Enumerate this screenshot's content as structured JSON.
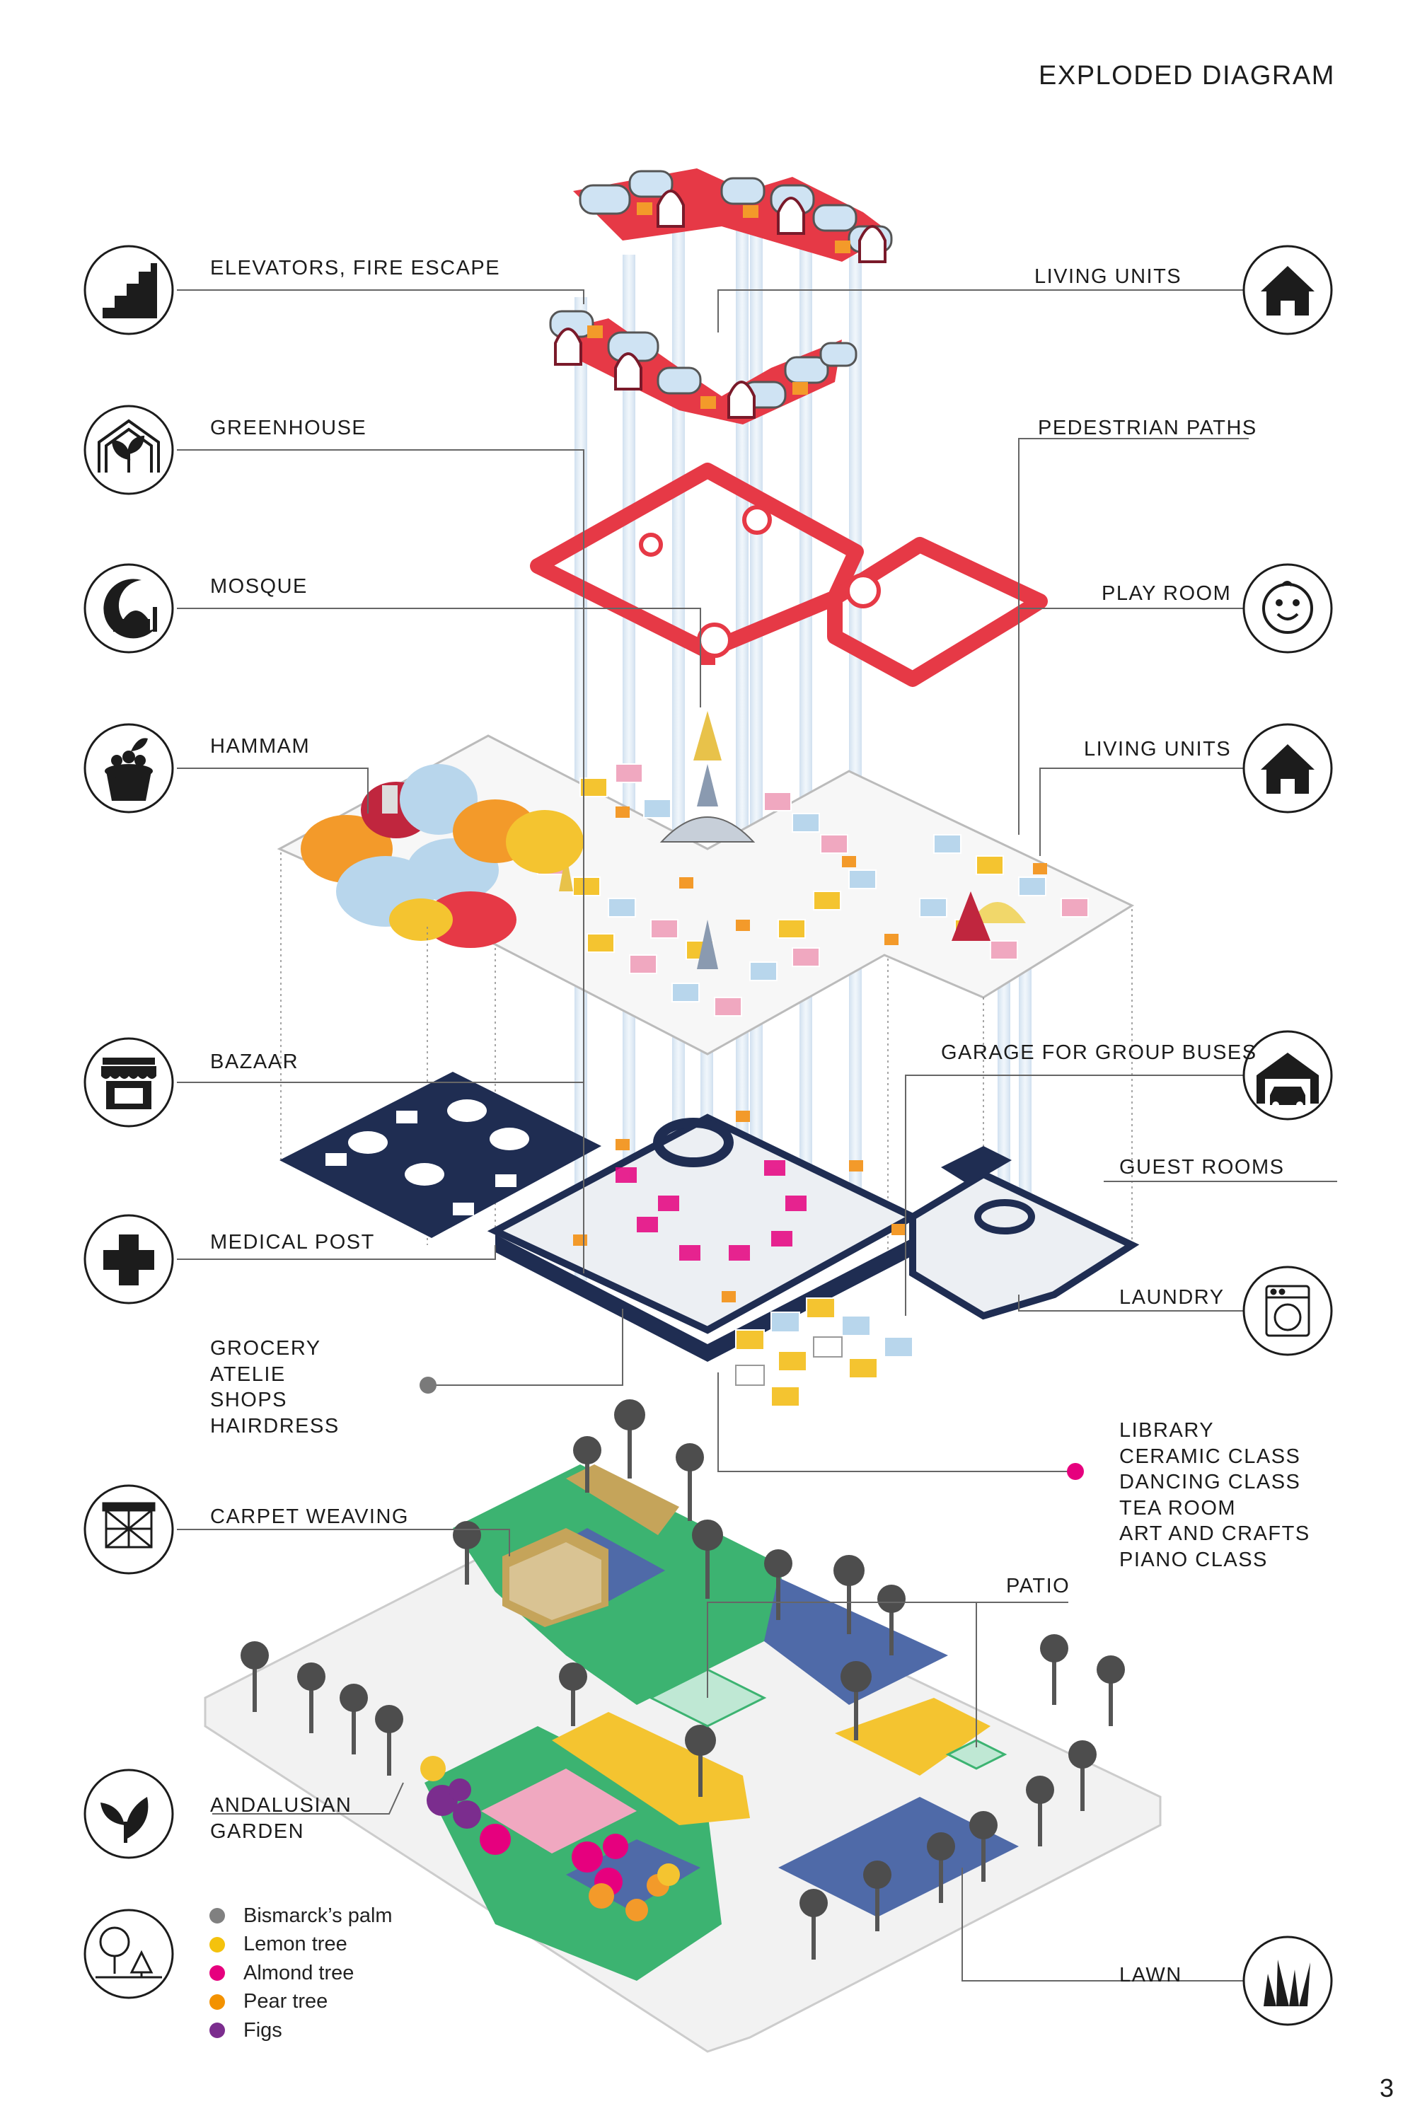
{
  "title": "EXPLODED DIAGRAM",
  "page_number": "3",
  "labels_left": [
    {
      "id": "elevators",
      "text": "ELEVATORS, FIRE ESCAPE",
      "icon": "stairs-icon"
    },
    {
      "id": "greenhouse",
      "text": "GREENHOUSE",
      "icon": "greenhouse-icon"
    },
    {
      "id": "mosque",
      "text": "MOSQUE",
      "icon": "mosque-icon"
    },
    {
      "id": "hammam",
      "text": "HAMMAM",
      "icon": "hammam-icon"
    },
    {
      "id": "bazaar",
      "text": "BAZAAR",
      "icon": "shop-icon"
    },
    {
      "id": "medical",
      "text": "MEDICAL POST",
      "icon": "cross-icon"
    },
    {
      "id": "carpet",
      "text": "CARPET WEAVING",
      "icon": "carpet-icon"
    }
  ],
  "labels_right": [
    {
      "id": "living_units_top",
      "text": "LIVING UNITS",
      "icon": "house-icon"
    },
    {
      "id": "pedestrian",
      "text": "PEDESTRIAN PATHS"
    },
    {
      "id": "play_room",
      "text": "PLAY ROOM",
      "icon": "baby-face-icon"
    },
    {
      "id": "living_units_mid",
      "text": "LIVING UNITS",
      "icon": "house-icon"
    },
    {
      "id": "garage",
      "text": "GARAGE FOR GROUP BUSES",
      "icon": "garage-car-icon"
    },
    {
      "id": "guest",
      "text": "GUEST ROOMS"
    },
    {
      "id": "laundry",
      "text": "LAUNDRY",
      "icon": "washing-machine-icon"
    },
    {
      "id": "patio",
      "text": "PATIO"
    },
    {
      "id": "lawn",
      "text": "LAWN",
      "icon": "grass-icon"
    }
  ],
  "andalusian": [
    "ANDALUSIAN",
    "GARDEN"
  ],
  "andalusian_icon": "leaf-icon",
  "trees_icon": "trees-icon",
  "grocery_list": [
    "GROCERY",
    "ATELIE",
    "SHOPS",
    "HAIRDRESS"
  ],
  "class_list": [
    "LIBRARY",
    "CERAMIC CLASS",
    "DANCING CLASS",
    "TEA ROOM",
    "ART AND CRAFTS",
    "PIANO CLASS"
  ],
  "legend": [
    {
      "label": "Bismarck’s palm",
      "color": "#808080"
    },
    {
      "label": "Lemon tree",
      "color": "#f4c20d"
    },
    {
      "label": "Almond tree",
      "color": "#e6007e"
    },
    {
      "label": "Pear tree",
      "color": "#f39200"
    },
    {
      "label": "Figs",
      "color": "#7b2d8e"
    }
  ],
  "colors": {
    "red": "#e63946",
    "navy": "#1f2d52",
    "blue": "#b8d6ec",
    "yellow": "#f4c430",
    "pink": "#f0a8c0",
    "orange": "#f39a2a",
    "magenta": "#e6007e",
    "green": "#3cb371",
    "garden_blue": "#4f6aa8"
  }
}
